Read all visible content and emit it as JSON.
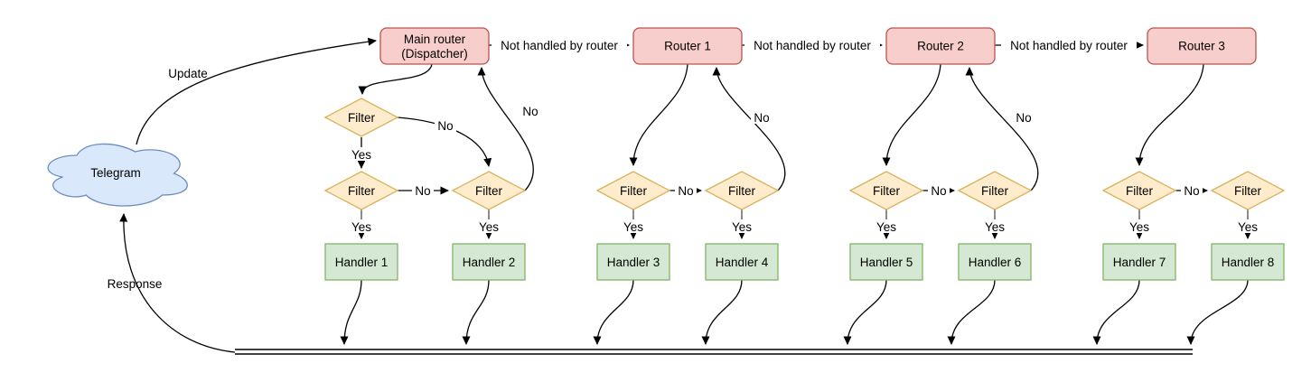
{
  "colors": {
    "cloud_fill": "#dae8fc",
    "cloud_stroke": "#6c8ebf",
    "router_fill": "#f8cecc",
    "router_stroke": "#b85450",
    "handler_fill": "#d5e8d4",
    "handler_stroke": "#82b366",
    "filter_fill": "#ffeccd",
    "filter_stroke": "#d9b25c",
    "edge": "#000000"
  },
  "cloud": {
    "label": "Telegram"
  },
  "dispatcher": {
    "title_line1": "Main router",
    "title_line2": "(Dispatcher)"
  },
  "routers": [
    {
      "label": "Router 1"
    },
    {
      "label": "Router 2"
    },
    {
      "label": "Router 3"
    }
  ],
  "handlers": [
    {
      "label": "Handler 1"
    },
    {
      "label": "Handler 2"
    },
    {
      "label": "Handler 3"
    },
    {
      "label": "Handler 4"
    },
    {
      "label": "Handler 5"
    },
    {
      "label": "Handler 6"
    },
    {
      "label": "Handler 7"
    },
    {
      "label": "Handler 8"
    }
  ],
  "labels": {
    "filter": "Filter",
    "yes": "Yes",
    "no": "No",
    "update": "Update",
    "response": "Response",
    "not_handled": "Not handled by router"
  }
}
